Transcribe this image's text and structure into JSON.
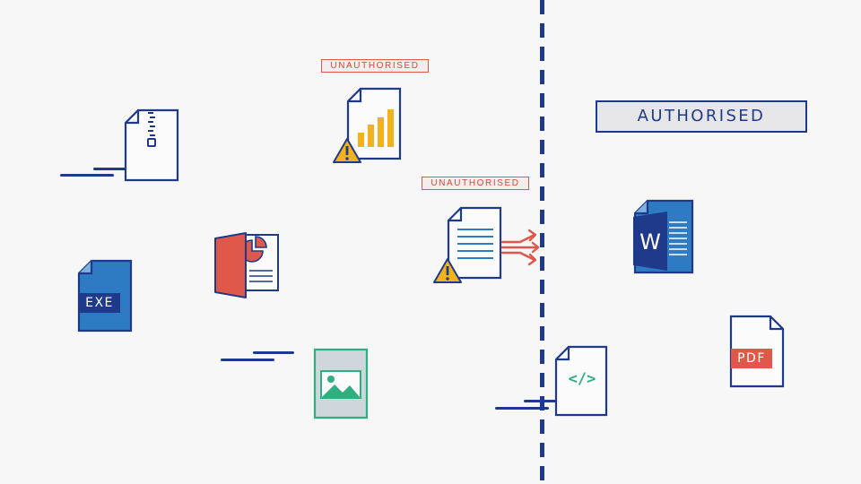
{
  "labels": {
    "unauthorised_top": "UNAUTHORISED",
    "unauthorised_mid": "UNAUTHORISED",
    "authorised": "AUTHORISED"
  },
  "file_badges": {
    "exe": "EXE",
    "pdf": "PDF",
    "word": "W",
    "code": "</>"
  },
  "icons": [
    "zip-file-icon",
    "chart-file-icon",
    "warning-icon",
    "text-document-icon",
    "export-arrows-icon",
    "powerpoint-file-icon",
    "exe-file-icon",
    "image-file-icon",
    "code-file-icon",
    "word-file-icon",
    "pdf-file-icon"
  ],
  "colors": {
    "navy": "#1f3a8a",
    "red": "#e0584a",
    "yellow": "#f2b21b",
    "green": "#2fae7e",
    "blue": "#2e7bc4",
    "background": "#f7f7f8"
  }
}
